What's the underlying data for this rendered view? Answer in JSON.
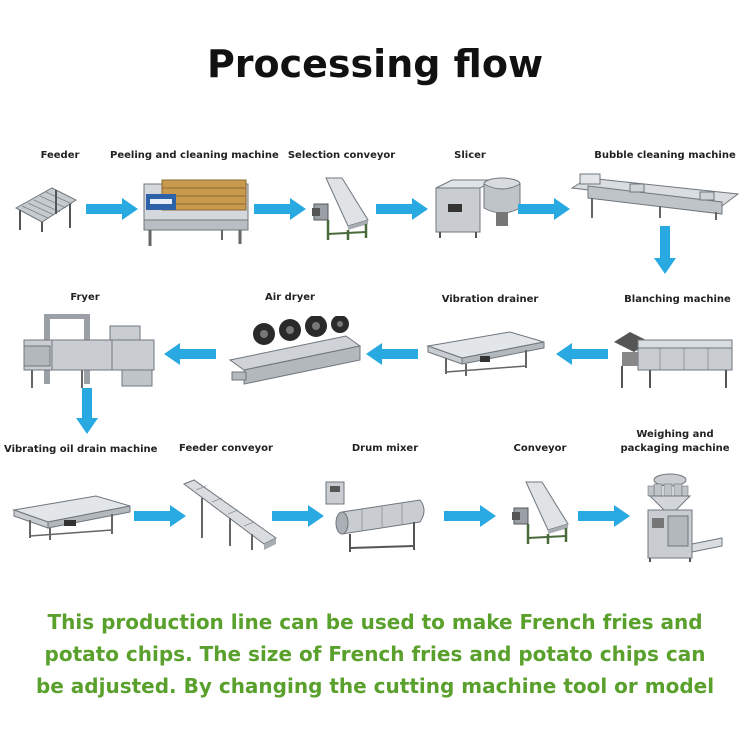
{
  "title": "Processing flow",
  "steps": [
    {
      "label": "Feeder",
      "icon": "feeder-machine-icon"
    },
    {
      "label": "Peeling and cleaning machine",
      "icon": "peeling-machine-icon"
    },
    {
      "label": "Selection conveyor",
      "icon": "conveyor-machine-icon"
    },
    {
      "label": "Slicer",
      "icon": "slicer-machine-icon"
    },
    {
      "label": "Bubble cleaning machine",
      "icon": "bubble-washer-icon"
    },
    {
      "label": "Blanching machine",
      "icon": "blancher-machine-icon"
    },
    {
      "label": "Vibration drainer",
      "icon": "vibration-drainer-icon"
    },
    {
      "label": "Air dryer",
      "icon": "air-dryer-icon"
    },
    {
      "label": "Fryer",
      "icon": "fryer-machine-icon"
    },
    {
      "label": "Vibrating oil drain machine",
      "icon": "oil-drain-machine-icon"
    },
    {
      "label": "Feeder conveyor",
      "icon": "incline-conveyor-icon"
    },
    {
      "label": "Drum mixer",
      "icon": "drum-mixer-icon"
    },
    {
      "label": "Conveyor",
      "icon": "conveyor-machine-icon"
    },
    {
      "label_line1": "Weighing and",
      "label_line2": "packaging machine",
      "icon": "packaging-machine-icon"
    }
  ],
  "caption": {
    "line1": "This production line can be used to make French fries and",
    "line2": "potato chips. The size of French fries and potato chips can",
    "line3": "be adjusted. By changing the cutting machine tool or model"
  },
  "colors": {
    "arrow": "#29a9e1",
    "caption": "#5aa02c",
    "steel": "#b9bec4"
  }
}
